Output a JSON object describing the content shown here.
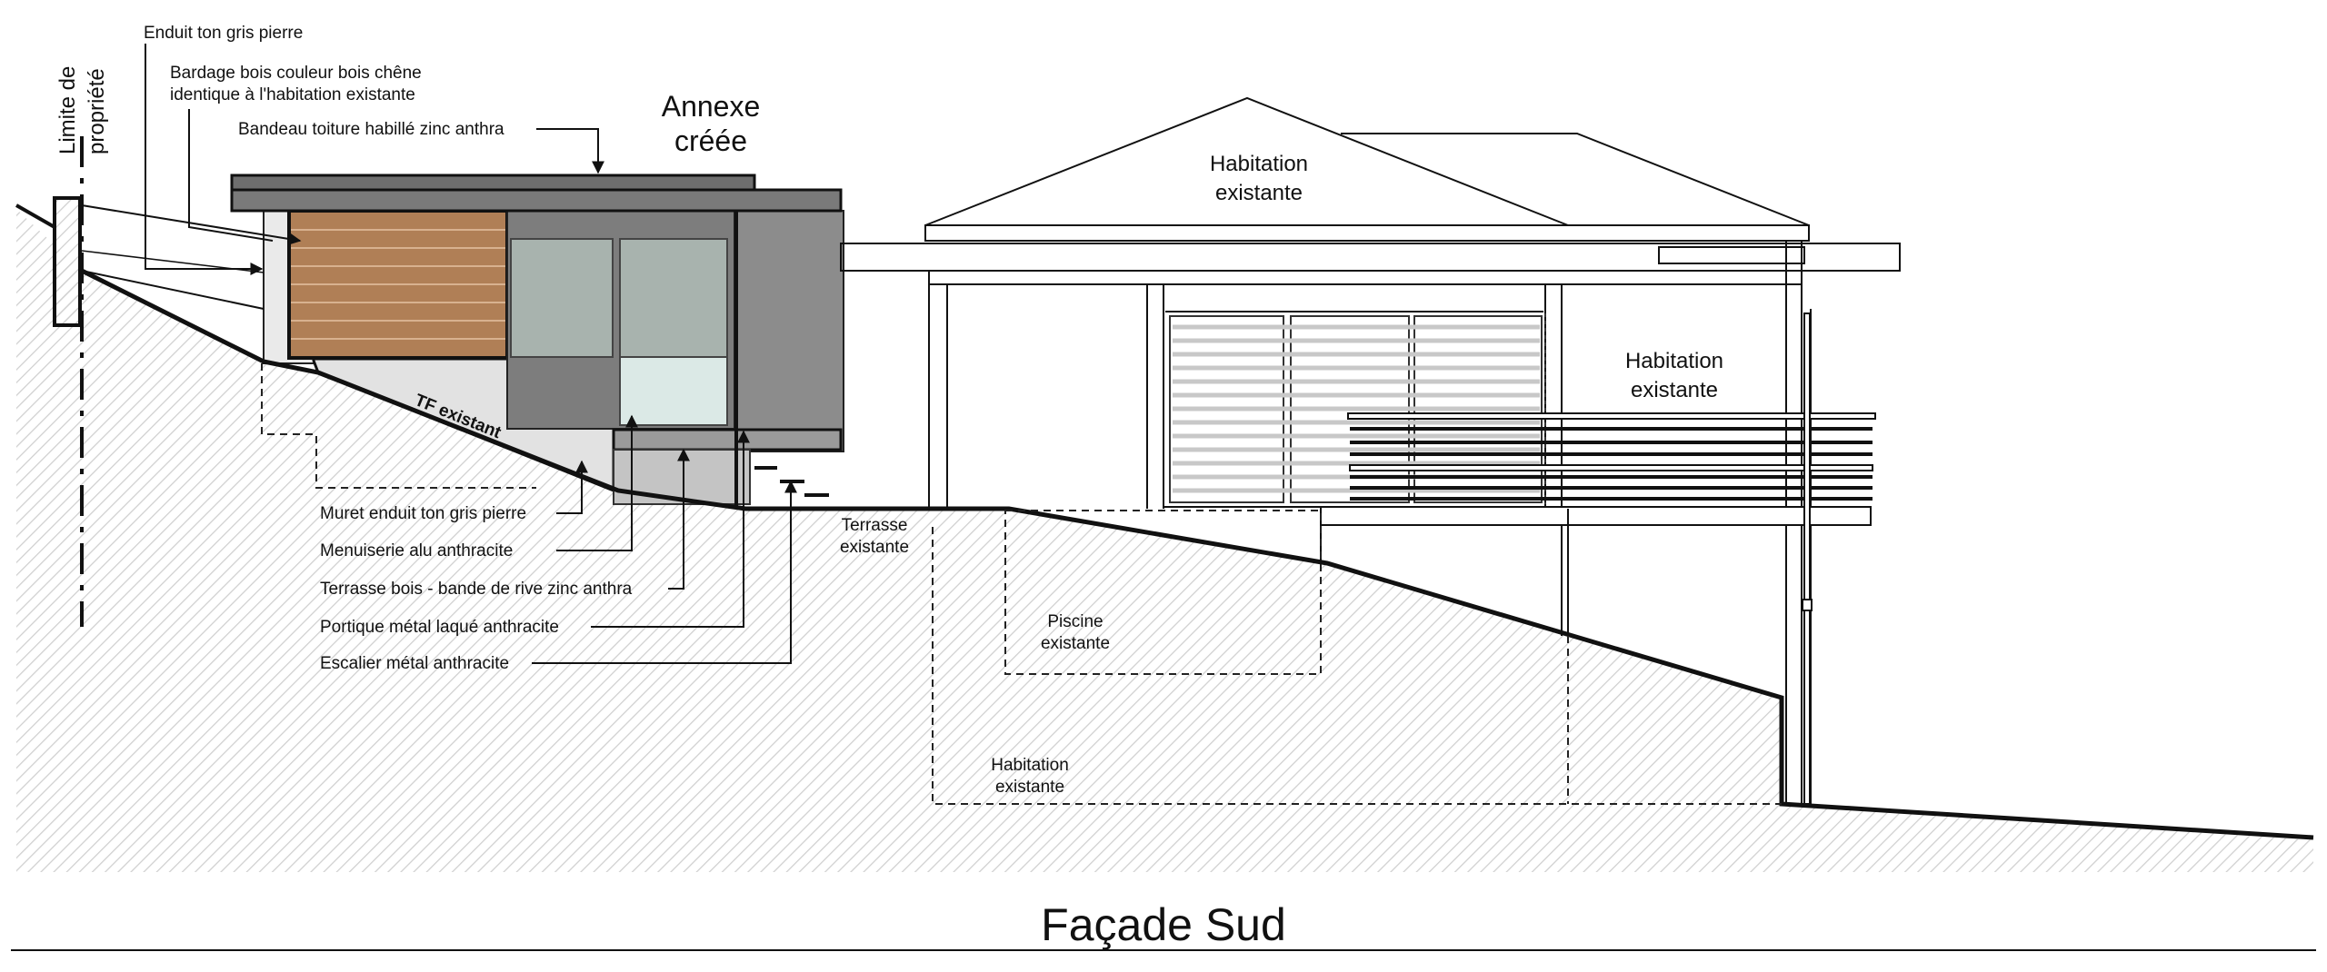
{
  "title": "Façade Sud",
  "property_limit": [
    "Limite de",
    "propriété"
  ],
  "annex_title": [
    "Annexe",
    "créée"
  ],
  "house_main": [
    "Habitation",
    "existante"
  ],
  "house_right": [
    "Habitation",
    "existante"
  ],
  "terrain_label": "TF existant",
  "terrace_label": [
    "Terrasse",
    "existante"
  ],
  "pool_label": [
    "Piscine",
    "existante"
  ],
  "house_lower": [
    "Habitation",
    "existante"
  ],
  "annotations_top": {
    "enduit": "Enduit ton gris pierre",
    "bardage": [
      "Bardage bois couleur bois  chêne",
      "identique à l'habitation existante"
    ],
    "bandeau": "Bandeau toiture habillé zinc anthra"
  },
  "annotations_bottom": [
    "Muret enduit ton gris pierre",
    "Menuiserie alu anthracite",
    "Terrasse bois - bande de rive zinc anthra",
    "Portique métal laqué anthracite",
    "Escalier métal anthracite"
  ],
  "colors": {
    "wood": "#b07f56",
    "annex_dark": "#8c8c8c",
    "roof_band": "#6e6e6e",
    "glass": "#a8b3ae",
    "glass_light": "#dbe9e6",
    "muret": "#e2e2e2",
    "ground_hatch": "#d6d6d6"
  }
}
